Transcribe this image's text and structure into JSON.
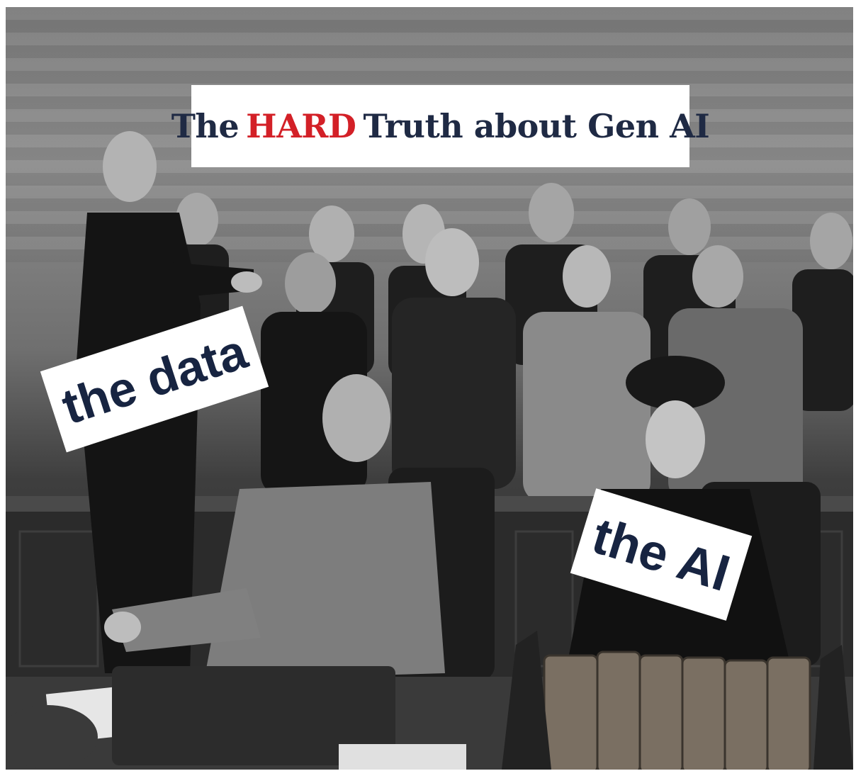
{
  "title": {
    "prefix": "The",
    "highlight": "HARD",
    "suffix": "Truth about Gen AI",
    "highlight_color": "#d32027",
    "text_color": "#1f2a44"
  },
  "labels": {
    "data": "the data",
    "ai": "the AI"
  },
  "label_text_color": "#172441"
}
